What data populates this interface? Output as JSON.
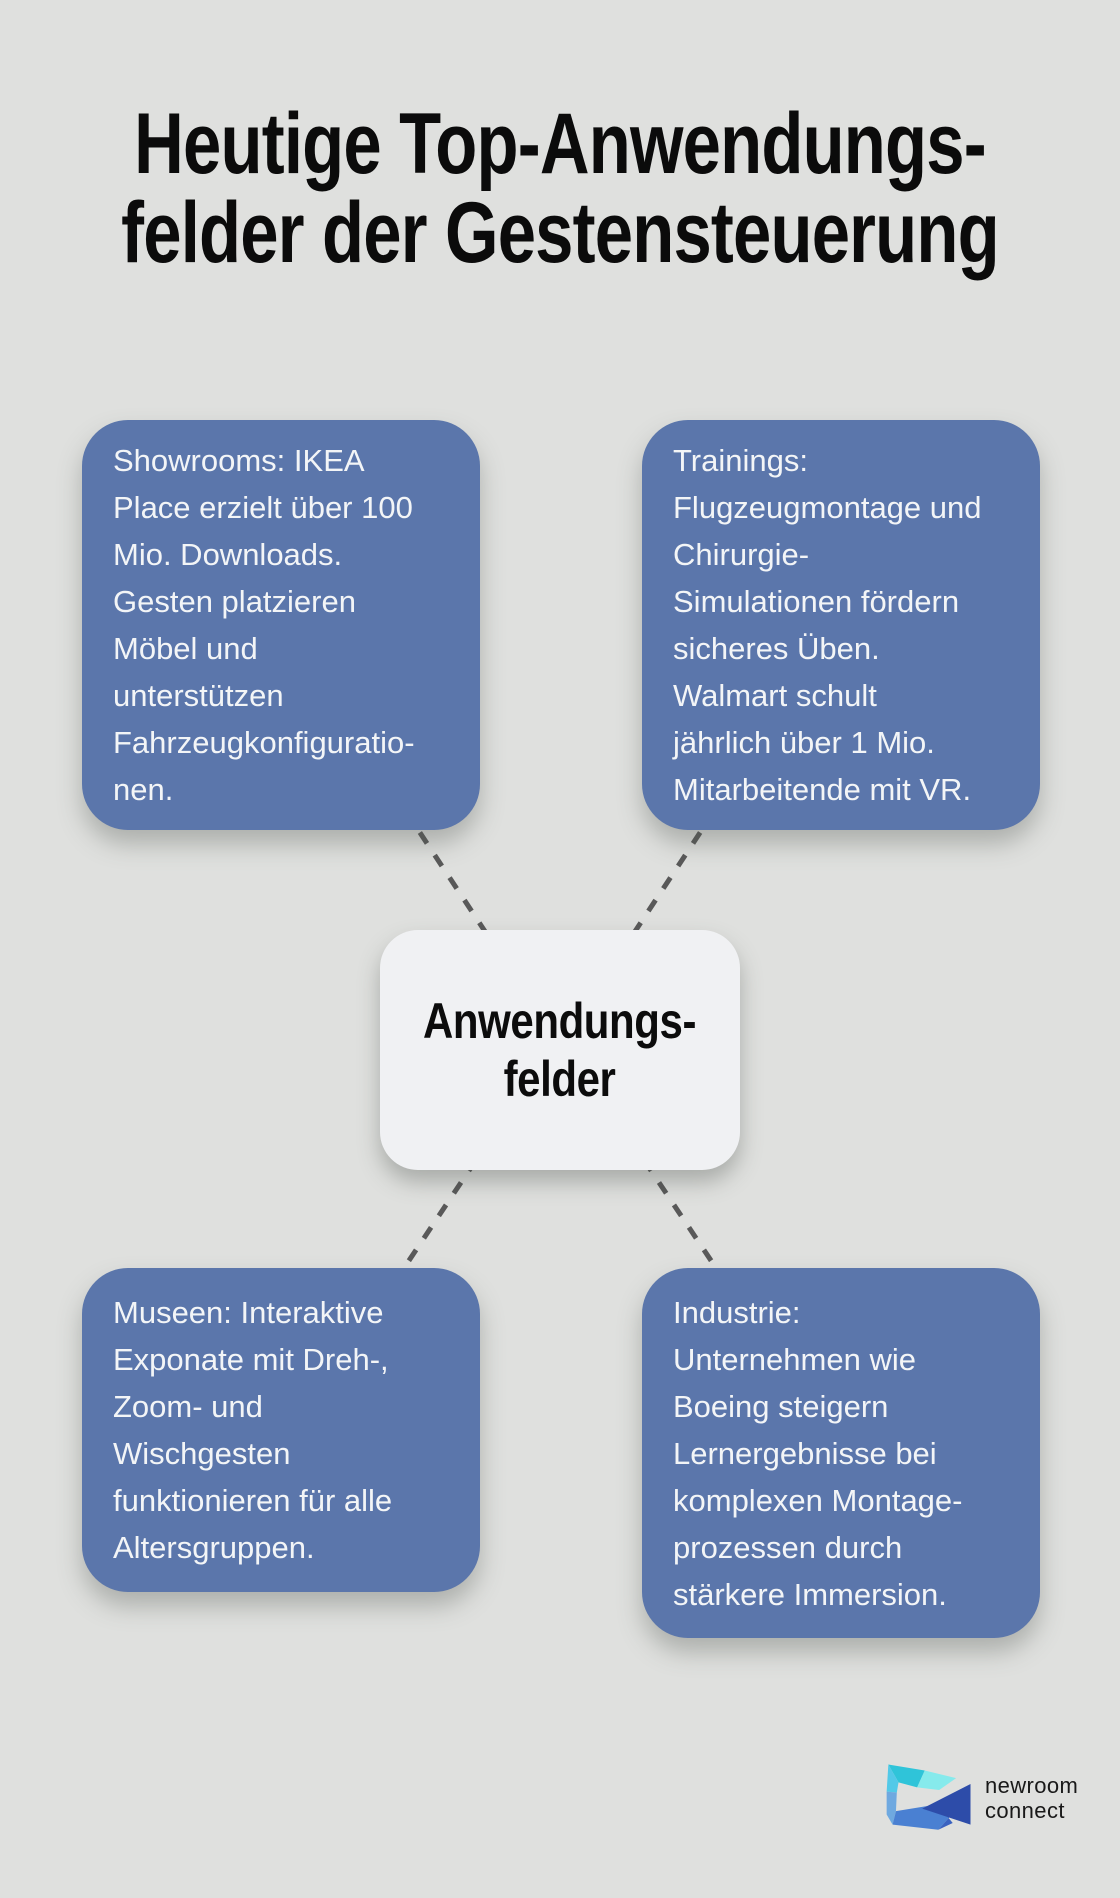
{
  "title": "Heutige Top-Anwendungs-\nfelder der Gestensteuerung",
  "center": {
    "label": "Anwendungs-\nfelder"
  },
  "nodes": [
    {
      "id": "showrooms",
      "text": "Showrooms: IKEA\nPlace erzielt über 100\nMio. Downloads.\nGesten platzieren\nMöbel und\nunterstützen\nFahrzeugkonfiguratio-\nnen."
    },
    {
      "id": "trainings",
      "text": "Trainings:\nFlugzeugmontage und\nChirurgie-\nSimulationen fördern\nsicheres Üben.\nWalmart schult\njährlich über 1 Mio.\nMitarbeitende mit VR."
    },
    {
      "id": "museen",
      "text": "Museen: Interaktive\nExponate mit Dreh-,\nZoom- und\nWischgesten\nfunktionieren für alle\nAltersgruppen."
    },
    {
      "id": "industrie",
      "text": "Industrie:\nUnternehmen wie\nBoeing steigern\nLernergebnisse bei\nkomplexen Montage-\nprozessen durch\nstärkere Immersion."
    }
  ],
  "logo": {
    "line1": "newroom",
    "line2": "connect"
  },
  "colors": {
    "background": "#dfe0de",
    "node_fill": "#5b76ab",
    "node_text": "#f3f5f7",
    "center_fill": "#f0f1f3",
    "title_text": "#0b0b0b",
    "connector": "#595959",
    "logo_teal": "#2fc4d9",
    "logo_cyan": "#86eaec",
    "logo_lightblue_top": "#52c9e8",
    "logo_lightblue_bottom": "#6fa9e0",
    "logo_blue": "#4a80d2",
    "logo_navy": "#2d4ca9",
    "logo_text": "#191919"
  }
}
